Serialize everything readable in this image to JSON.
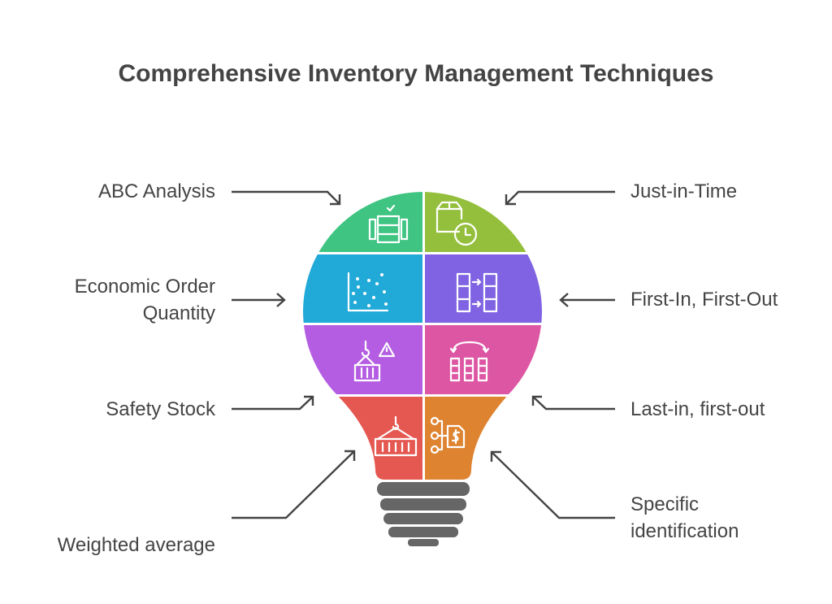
{
  "title": "Comprehensive Inventory Management Techniques",
  "techniques": [
    {
      "label": "ABC Analysis",
      "color": "#3fc482",
      "icon": "inventory-shelf-icon"
    },
    {
      "label": "Just-in-Time",
      "color": "#94bf3c",
      "icon": "box-clock-icon"
    },
    {
      "label": "Economic Order Quantity",
      "color": "#21a9d8",
      "icon": "scatter-plot-icon"
    },
    {
      "label": "First-In, First-Out",
      "color": "#7f63e3",
      "icon": "transfer-columns-icon"
    },
    {
      "label": "Safety Stock",
      "color": "#b45de2",
      "icon": "container-warning-icon"
    },
    {
      "label": "Last-in, first-out",
      "color": "#dd56a4",
      "icon": "rotate-columns-icon"
    },
    {
      "label": "Weighted average",
      "color": "#e55852",
      "icon": "container-crane-icon"
    },
    {
      "label": "Specific identification",
      "color": "#de8330",
      "icon": "tag-dollar-icon"
    }
  ],
  "base_color": "#666666"
}
